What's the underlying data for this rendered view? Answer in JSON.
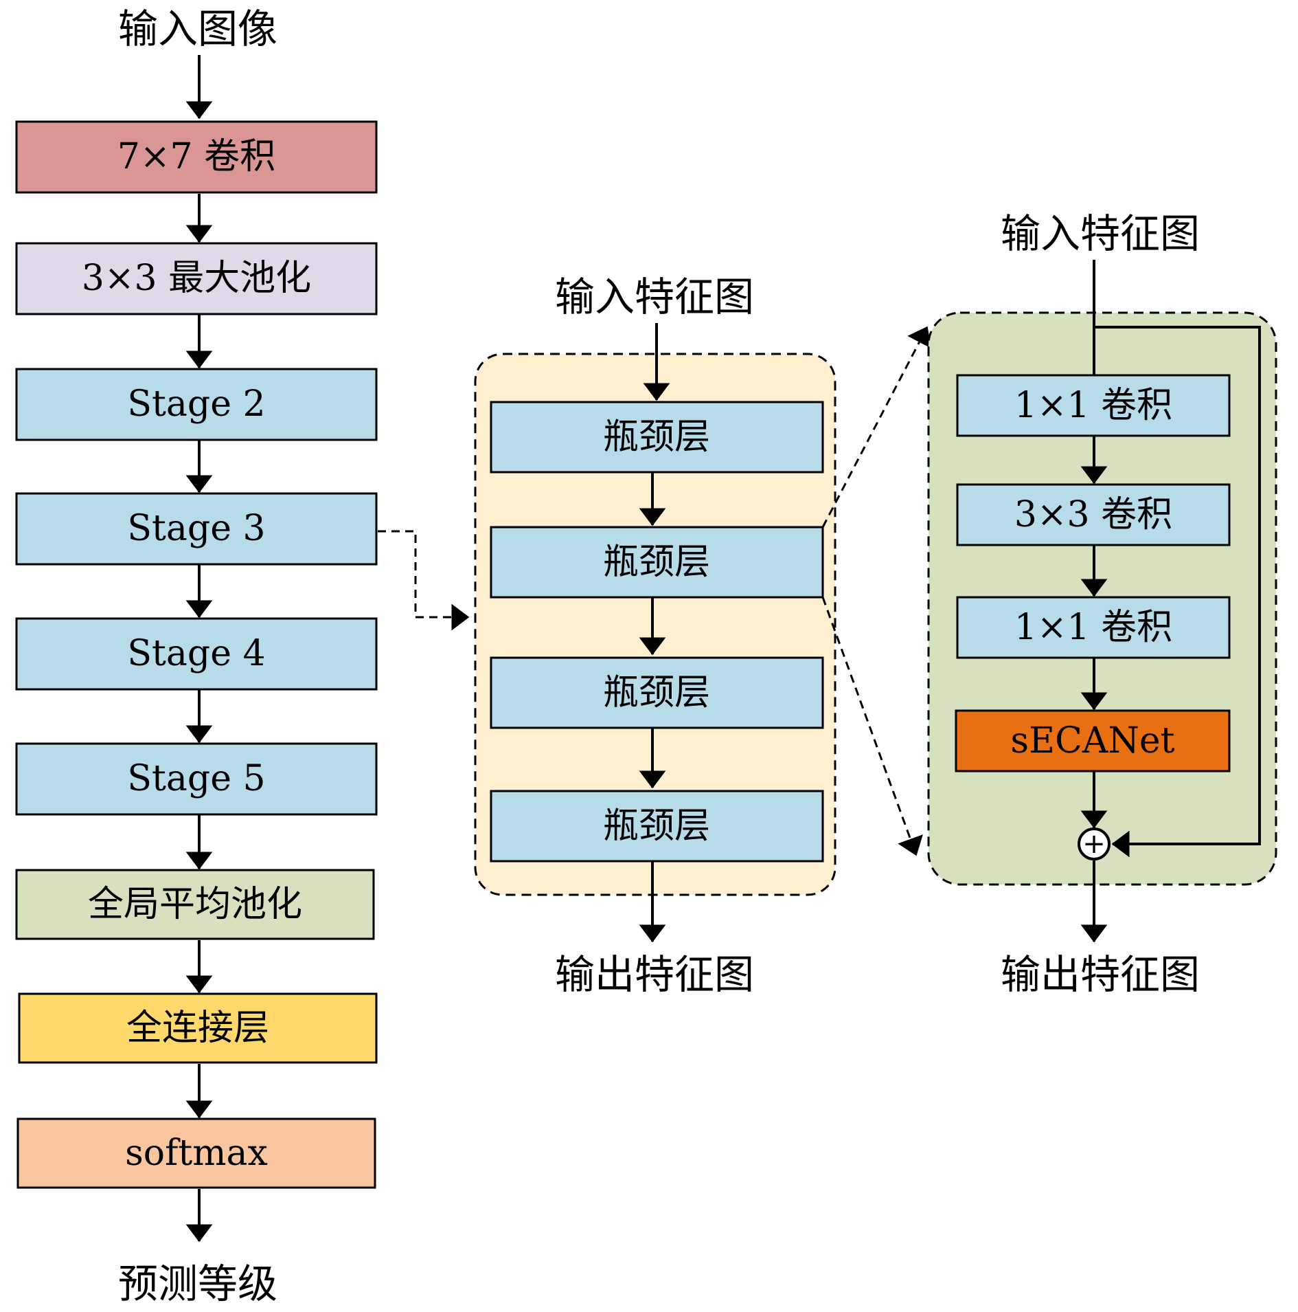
{
  "backbone": {
    "input": "输入图像",
    "blocks": [
      {
        "label": "7×7 卷积",
        "color": "#d99694"
      },
      {
        "label": "3×3 最大池化",
        "color": "#dfd9e8"
      },
      {
        "label": "Stage 2",
        "color": "#b8dbea"
      },
      {
        "label": "Stage 3",
        "color": "#b8dbea"
      },
      {
        "label": "Stage 4",
        "color": "#b8dbea"
      },
      {
        "label": "Stage 5",
        "color": "#b8dbea"
      },
      {
        "label": "全局平均池化",
        "color": "#d6e2bf"
      },
      {
        "label": "全连接层",
        "color": "#fdd86a"
      },
      {
        "label": "softmax",
        "color": "#f8c59f"
      }
    ],
    "output": "预测等级"
  },
  "stage": {
    "input": "输入特征图",
    "blocks": [
      "瓶颈层",
      "瓶颈层",
      "瓶颈层",
      "瓶颈层"
    ],
    "block_color": "#b8dbea",
    "container_color": "#fdefd0",
    "output": "输出特征图"
  },
  "bottleneck": {
    "input": "输入特征图",
    "blocks": [
      {
        "label": "1×1 卷积",
        "color": "#b8dbea"
      },
      {
        "label": "3×3 卷积",
        "color": "#b8dbea"
      },
      {
        "label": "1×1 卷积",
        "color": "#b8dbea"
      },
      {
        "label": "sECANet",
        "color": "#e87012"
      }
    ],
    "container_color": "#d6e2bf",
    "add_symbol": "+",
    "output": "输出特征图"
  }
}
